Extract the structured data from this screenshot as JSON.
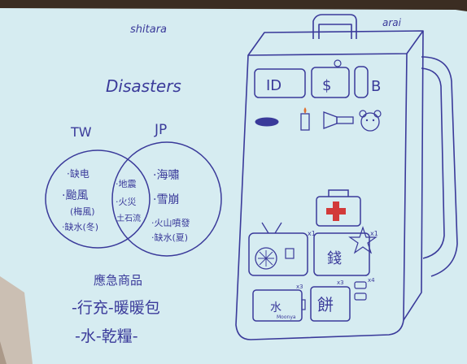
{
  "header": {
    "left_name": "shitara",
    "right_name": "arai"
  },
  "venn": {
    "title": "Disasters",
    "left_label": "TW",
    "right_label": "JP",
    "left_items": [
      "·缺电",
      "·颱風",
      "(梅風)",
      "·缺水(冬)"
    ],
    "center_items": [
      "·地震",
      "·火災",
      "·土石流"
    ],
    "right_items": [
      "·海嘯",
      "·雪崩",
      "·火山噴發",
      "·缺水(夏)"
    ]
  },
  "notes": {
    "title": "應急商品",
    "line1": "-行充-暖暖包",
    "line2": "-水-乾糧-"
  },
  "backpack": {
    "pocket_id": "ID",
    "pocket_money": "$",
    "pocket_b": "B",
    "radio_qty": "x1",
    "gift_qty": "x1",
    "gift_char": "錢",
    "batt_qty": "x3",
    "water_label": "水",
    "water_sub": "Moonya",
    "bread_char": "餅",
    "bread_qty": "x3",
    "misc_qty": "x4"
  },
  "colors": {
    "ink": "#3a3a9a",
    "board": "#d9eef2",
    "red": "#d23a3a"
  }
}
